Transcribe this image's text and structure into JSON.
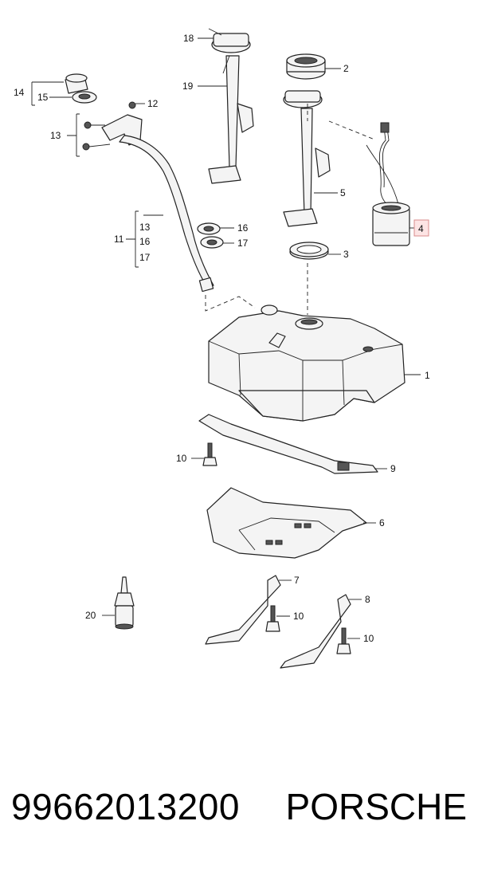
{
  "callouts": {
    "c1": "1",
    "c2": "2",
    "c3": "3",
    "c4": "4",
    "c5": "5",
    "c6": "6",
    "c7": "7",
    "c8": "8",
    "c9": "9",
    "c10a": "10",
    "c10b": "10",
    "c10c": "10",
    "c11": "11",
    "c12": "12",
    "c13a": "13",
    "c13b": "13",
    "c14": "14",
    "c15": "15",
    "c16a": "16",
    "c16b": "16",
    "c17a": "17",
    "c17b": "17",
    "c18": "18",
    "c19": "19",
    "c20": "20"
  },
  "highlight_color": "#fde4e4",
  "footer": {
    "part_number": "99662013200",
    "brand": "PORSCHE"
  }
}
